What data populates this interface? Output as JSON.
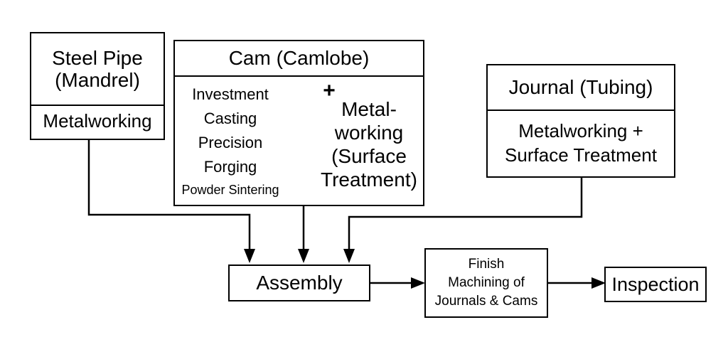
{
  "steel_pipe": {
    "title_line1": "Steel Pipe",
    "title_line2": "(Mandrel)",
    "process": "Metalworking"
  },
  "cam": {
    "title": "Cam (Camlobe)",
    "methods": [
      "Investment",
      "Casting",
      "Precision",
      "Forging",
      "Powder Sintering"
    ],
    "plus": "+",
    "process_lines": [
      "Metal-",
      "working",
      "(Surface",
      "Treatment)"
    ]
  },
  "journal": {
    "title": "Journal (Tubing)",
    "process_line1": "Metalworking +",
    "process_line2": "Surface Treatment"
  },
  "assembly": {
    "label": "Assembly"
  },
  "finish": {
    "lines": [
      "Finish",
      "Machining of",
      "Journals & Cams"
    ]
  },
  "inspection": {
    "label": "Inspection"
  }
}
